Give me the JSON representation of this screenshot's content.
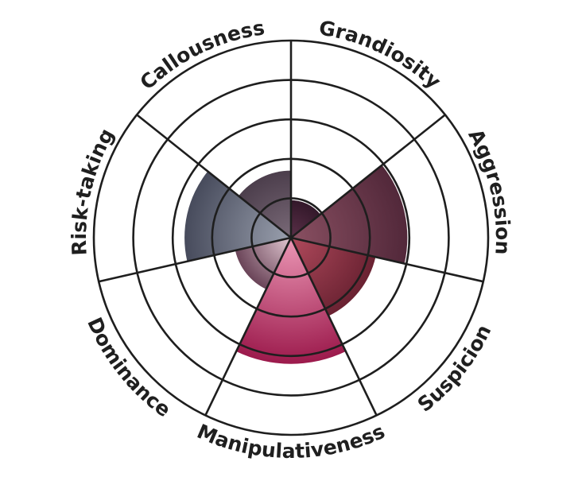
{
  "chart_data": {
    "type": "polar-area",
    "title": "",
    "categories": [
      "Grandiosity",
      "Aggression",
      "Suspicion",
      "Manipulativeness",
      "Dominance",
      "Risk-taking",
      "Callousness"
    ],
    "values": [
      0.95,
      2.95,
      2.2,
      3.2,
      1.45,
      2.7,
      1.7
    ],
    "rmax": 5,
    "rings": [
      1,
      2,
      3,
      4,
      5
    ],
    "grid": true,
    "colors": [
      [
        "#5a3048",
        "#33182a"
      ],
      [
        "#8a5062",
        "#52283a"
      ],
      [
        "#b04a5c",
        "#6a2232"
      ],
      [
        "#ec98b6",
        "#9c1a4c"
      ],
      [
        "#e2c8d2",
        "#6a4458"
      ],
      [
        "#9aa0ae",
        "#474b5c"
      ],
      [
        "#7a6a78",
        "#4c3e4c"
      ]
    ]
  }
}
